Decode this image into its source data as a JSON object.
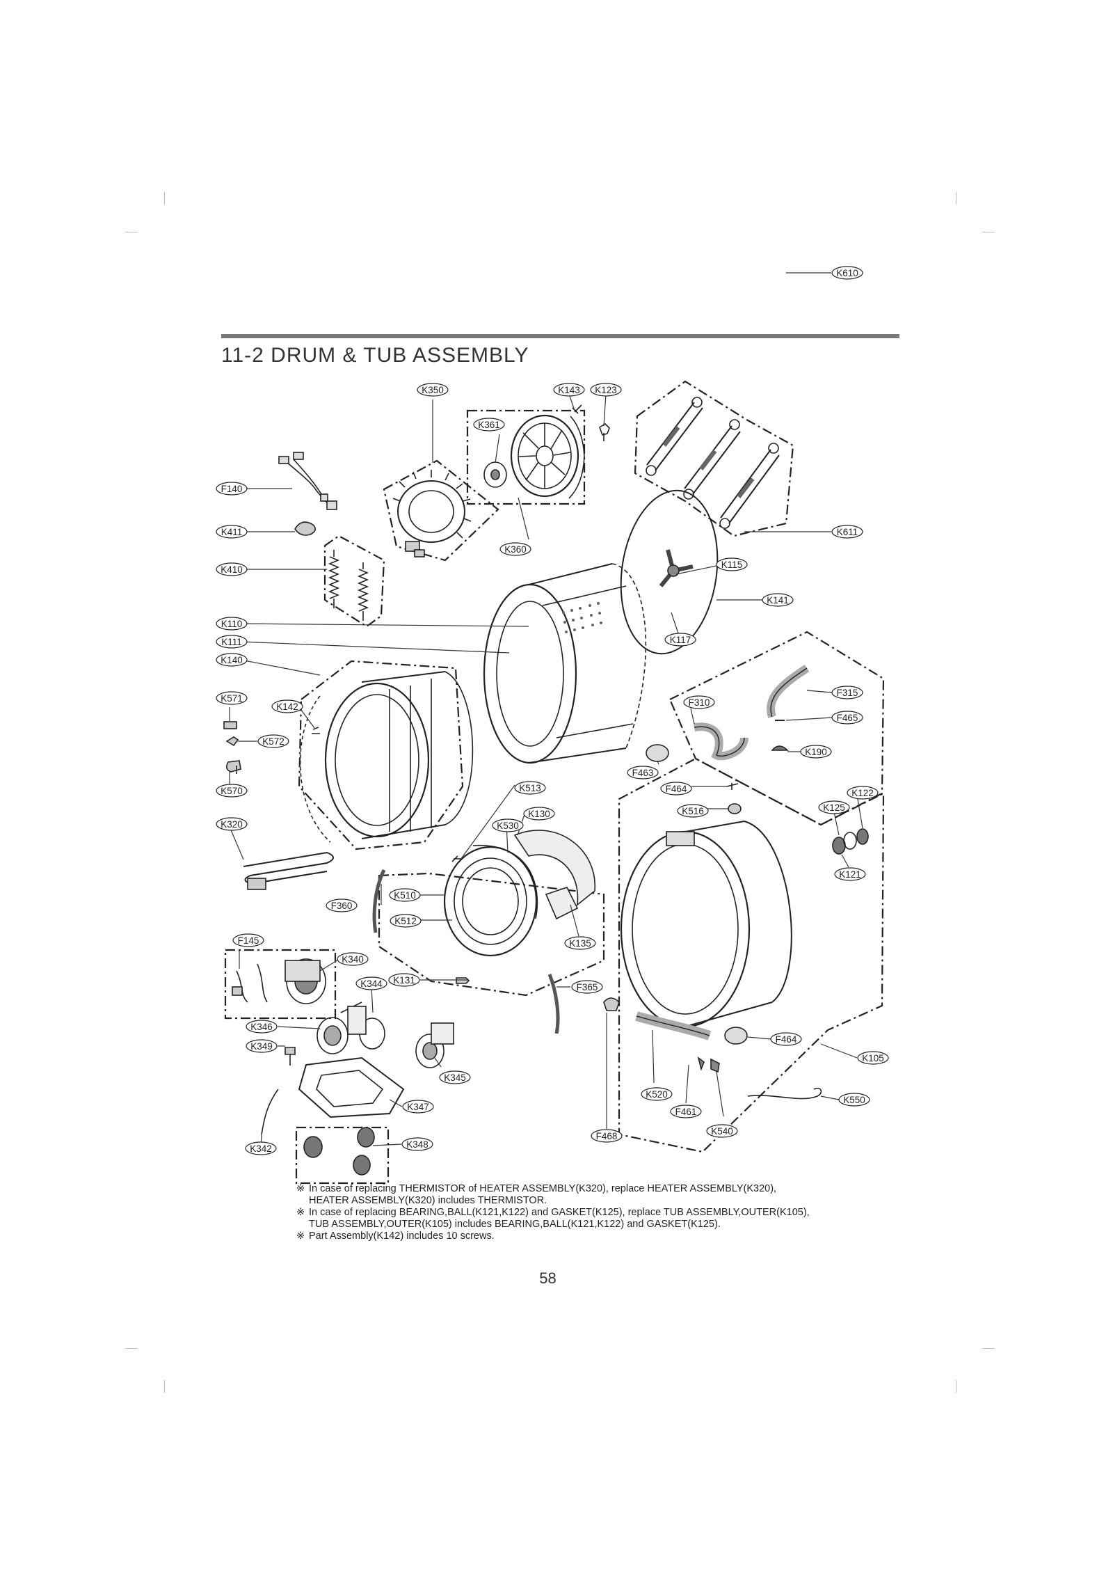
{
  "section_title": "11-2 DRUM & TUB ASSEMBLY",
  "page_number": "58",
  "note_mark": "※",
  "notes": [
    {
      "line1": "In case of replacing THERMISTOR of HEATER ASSEMBLY(K320), replace HEATER ASSEMBLY(K320),",
      "line2": "HEATER ASSEMBLY(K320) includes THERMISTOR."
    },
    {
      "line1": "In case of replacing BEARING,BALL(K121,K122) and GASKET(K125), replace TUB ASSEMBLY,OUTER(K105),",
      "line2": "TUB ASSEMBLY,OUTER(K105) includes BEARING,BALL(K121,K122) and GASKET(K125)."
    },
    {
      "line1": "Part Assembly(K142) includes 10 screws.",
      "line2": ""
    }
  ],
  "part_labels": {
    "K350": "K350",
    "K143": "K143",
    "K123": "K123",
    "K361": "K361",
    "K360": "K360",
    "K610": "K610",
    "K611": "K611",
    "F140": "F140",
    "K411": "K411",
    "K410": "K410",
    "K115": "K115",
    "K141": "K141",
    "K117": "K117",
    "K110": "K110",
    "K111": "K111",
    "K140": "K140",
    "K571": "K571",
    "K142": "K142",
    "K572": "K572",
    "K570": "K570",
    "K320": "K320",
    "F315": "F315",
    "F310": "F310",
    "F465": "F465",
    "K190": "K190",
    "F463": "F463",
    "F464a": "F464",
    "K516": "K516",
    "K122": "K122",
    "K125": "K125",
    "K121": "K121",
    "K513": "K513",
    "K130": "K130",
    "K530": "K530",
    "F360": "F360",
    "K510": "K510",
    "K512": "K512",
    "K135": "K135",
    "F145": "F145",
    "K340": "K340",
    "K344": "K344",
    "K131": "K131",
    "F365": "F365",
    "K346": "K346",
    "K349": "K349",
    "K345": "K345",
    "K347": "K347",
    "K342": "K342",
    "K348": "K348",
    "F468": "F468",
    "K520": "K520",
    "F461": "F461",
    "K540": "K540",
    "F464b": "F464",
    "K105": "K105",
    "K550": "K550"
  }
}
